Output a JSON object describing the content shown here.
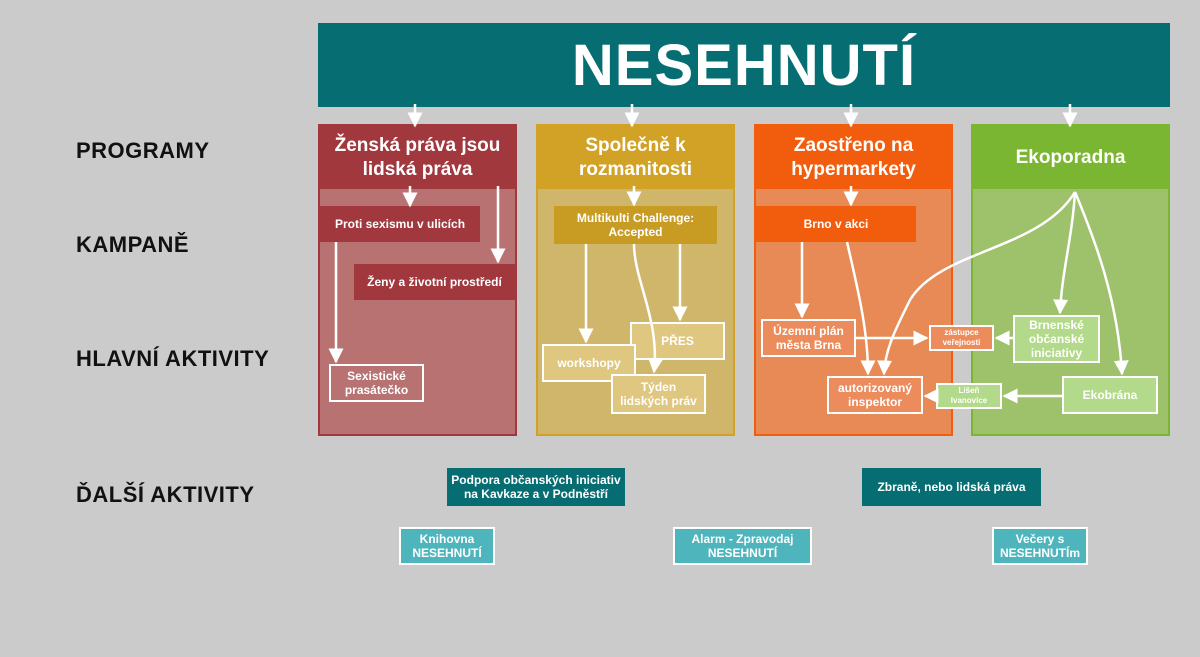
{
  "banner": {
    "title": "NESEHNUTÍ"
  },
  "row_labels": {
    "programs": "PROGRAMY",
    "campaigns": "KAMPANĚ",
    "main_activities": "HLAVNÍ AKTIVITY",
    "other_activities": "ĎALŠÍ AKTIVITY"
  },
  "programs": [
    {
      "title": "Ženská práva jsou lidská práva",
      "campaigns": [
        "Proti sexismu v ulicích",
        "Ženy a životní prostředí"
      ],
      "activities": [
        "Sexistické prasátečko"
      ]
    },
    {
      "title": "Společně k rozmanitosti",
      "campaigns": [
        "Multikulti Challenge: Accepted"
      ],
      "activities": [
        "PŘES",
        "workshopy",
        "Týden lidských práv"
      ]
    },
    {
      "title": "Zaostřeno na hypermarkety",
      "campaigns": [
        "Brno v akci"
      ],
      "activities": [
        "Územní plán města Brna",
        "autorizovaný inspektor"
      ]
    },
    {
      "title": "Ekoporadna",
      "campaigns": [],
      "activities": [
        "zástupce veřejnosti",
        "Brnenské občanské iniciativy",
        "Líšeň Ivanovice",
        "Ekobrána"
      ]
    }
  ],
  "other_activities": [
    "Podpora občanských iniciativ na Kavkaze a v Podněstří",
    "Zbraně, nebo lidská práva",
    "Knihovna NESEHNUTÍ",
    "Alarm - Zpravodaj NESEHNUTÍ",
    "Večery s NESEHNUTÍm"
  ],
  "colors": {
    "background": "#cbcbcb",
    "banner": "#066e73",
    "program_1": "#a0383d",
    "program_2": "#d2a226",
    "program_3": "#f25d0d",
    "program_4": "#7ab631",
    "teal_light": "#4fb5bd"
  }
}
